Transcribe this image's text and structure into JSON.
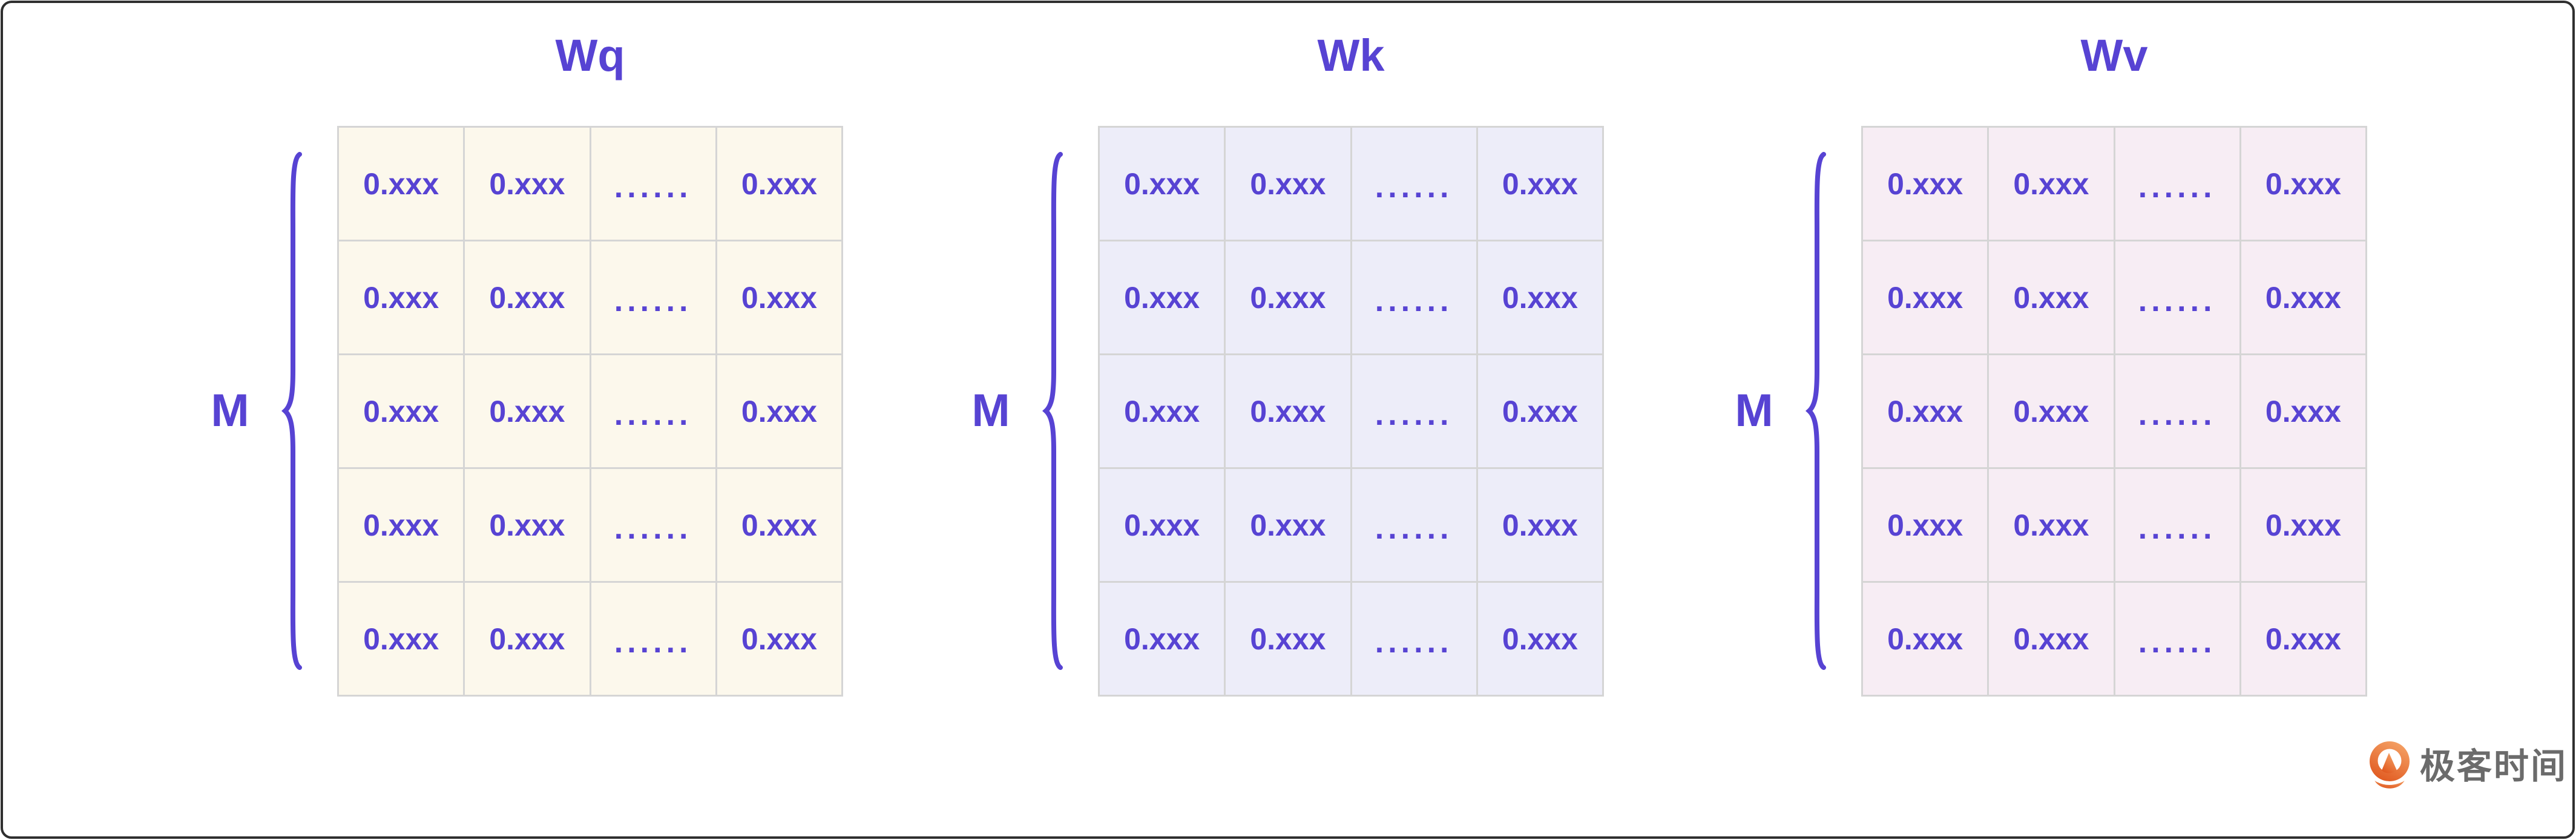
{
  "colors": {
    "accent": "#5743d3",
    "grid_line": "#d5d5d5",
    "frame_border": "#2f2f2f",
    "logo_text_color": "#6b6b6b",
    "logo_orange_light": "#f4a064",
    "logo_orange_dark": "#e0571e"
  },
  "matrices": [
    {
      "title": "Wq",
      "row_label": "M",
      "cell_bg": "#fcf8ec",
      "rows": [
        [
          "0.xxx",
          "0.xxx",
          "......",
          "0.xxx"
        ],
        [
          "0.xxx",
          "0.xxx",
          "......",
          "0.xxx"
        ],
        [
          "0.xxx",
          "0.xxx",
          "......",
          "0.xxx"
        ],
        [
          "0.xxx",
          "0.xxx",
          "......",
          "0.xxx"
        ],
        [
          "0.xxx",
          "0.xxx",
          "......",
          "0.xxx"
        ]
      ]
    },
    {
      "title": "Wk",
      "row_label": "M",
      "cell_bg": "#ededf9",
      "rows": [
        [
          "0.xxx",
          "0.xxx",
          "......",
          "0.xxx"
        ],
        [
          "0.xxx",
          "0.xxx",
          "......",
          "0.xxx"
        ],
        [
          "0.xxx",
          "0.xxx",
          "......",
          "0.xxx"
        ],
        [
          "0.xxx",
          "0.xxx",
          "......",
          "0.xxx"
        ],
        [
          "0.xxx",
          "0.xxx",
          "......",
          "0.xxx"
        ]
      ]
    },
    {
      "title": "Wv",
      "row_label": "M",
      "cell_bg": "#f7edf4",
      "rows": [
        [
          "0.xxx",
          "0.xxx",
          "......",
          "0.xxx"
        ],
        [
          "0.xxx",
          "0.xxx",
          "......",
          "0.xxx"
        ],
        [
          "0.xxx",
          "0.xxx",
          "......",
          "0.xxx"
        ],
        [
          "0.xxx",
          "0.xxx",
          "......",
          "0.xxx"
        ],
        [
          "0.xxx",
          "0.xxx",
          "......",
          "0.xxx"
        ]
      ]
    }
  ],
  "logo": {
    "text": "极客时间"
  }
}
